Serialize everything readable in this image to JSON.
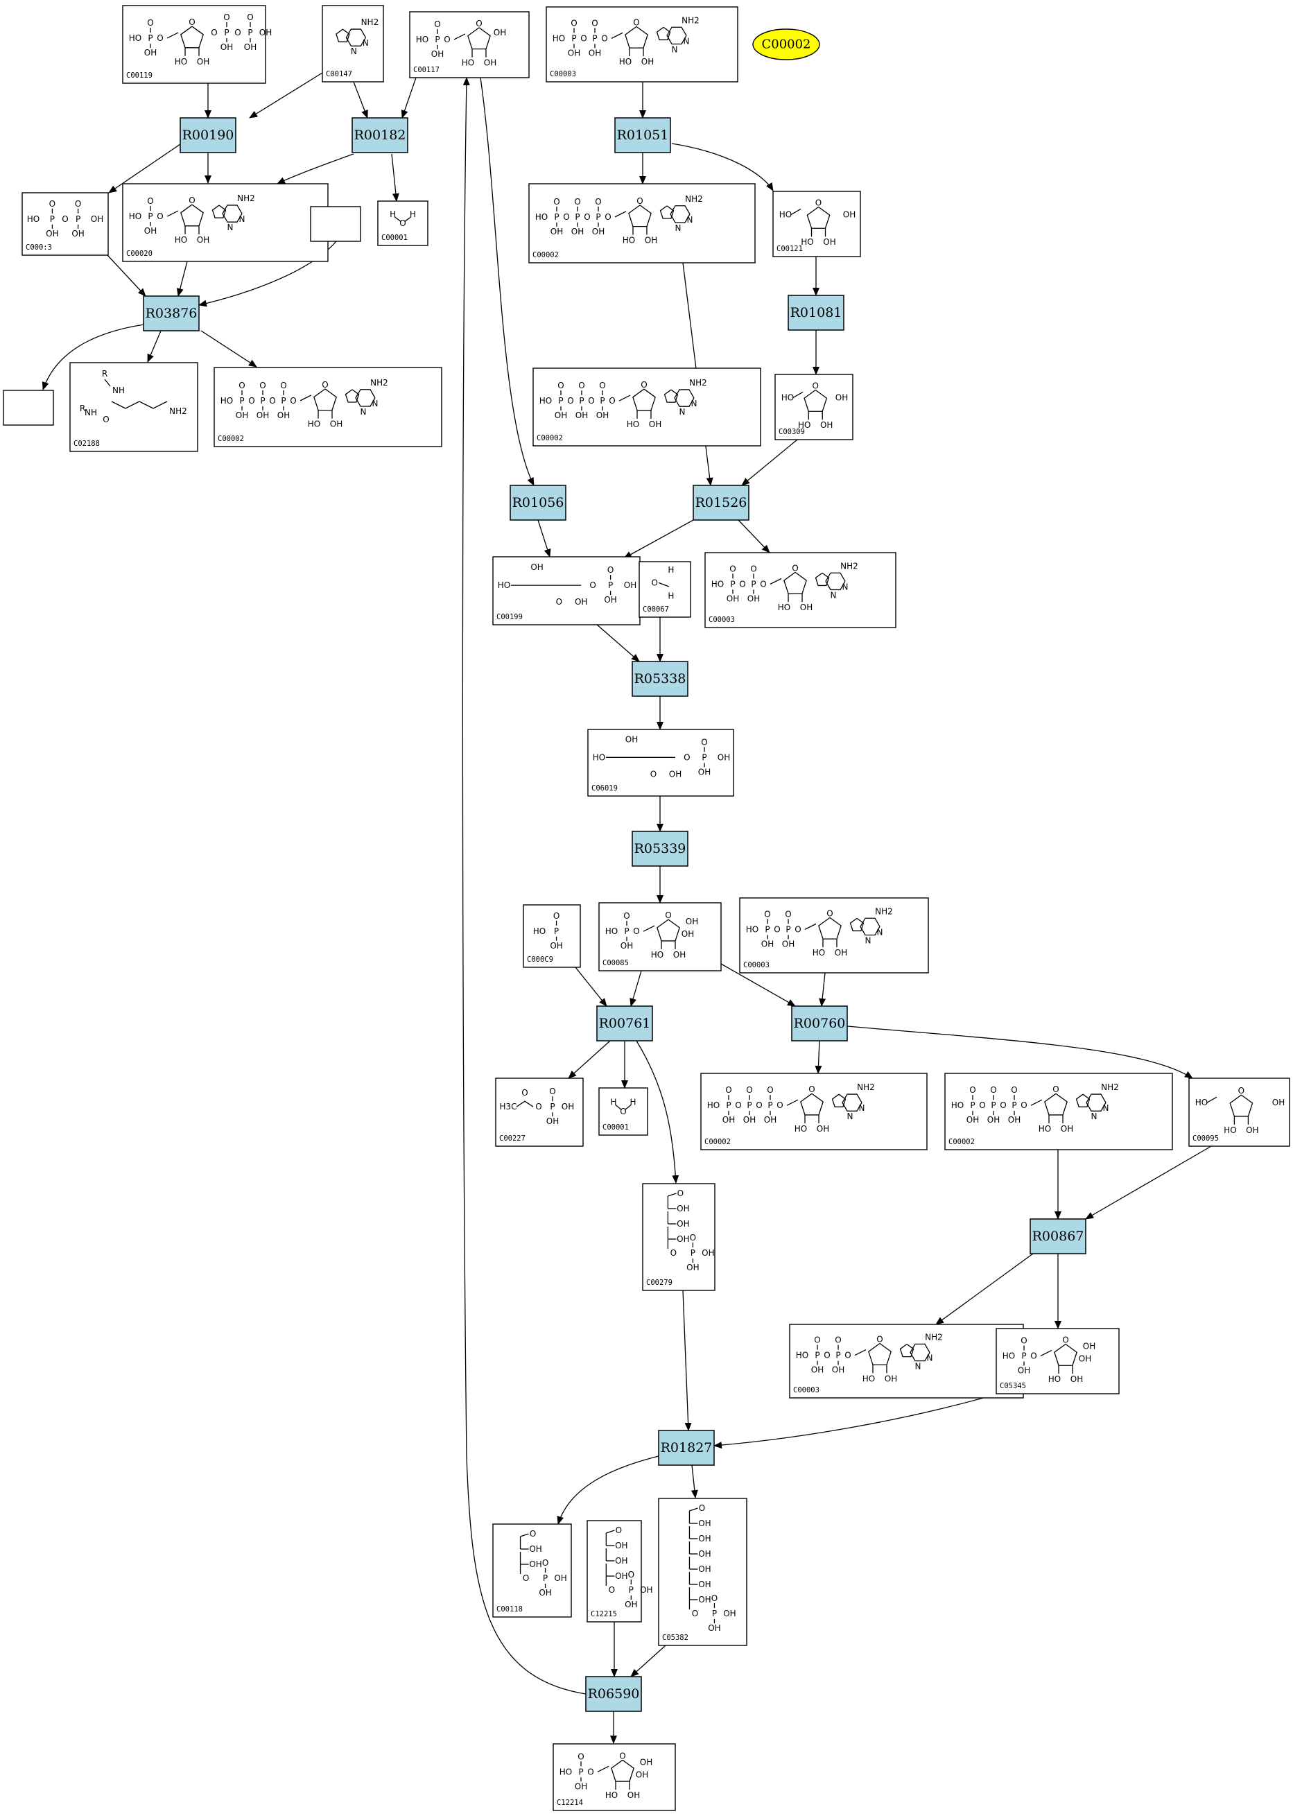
{
  "highlight": {
    "label": "C00002",
    "fill": "#ffff00"
  },
  "reaction_fill": "#add8e6",
  "reactions": [
    {
      "id": "R00190"
    },
    {
      "id": "R00182"
    },
    {
      "id": "R01051"
    },
    {
      "id": "R03876"
    },
    {
      "id": "R01081"
    },
    {
      "id": "R01056"
    },
    {
      "id": "R01526"
    },
    {
      "id": "R05338"
    },
    {
      "id": "R05339"
    },
    {
      "id": "R00761"
    },
    {
      "id": "R00760"
    },
    {
      "id": "R00867"
    },
    {
      "id": "R01827"
    },
    {
      "id": "R06590"
    }
  ],
  "compounds": [
    {
      "id": "C00119",
      "kind": "ribose-triphosphate"
    },
    {
      "id": "C00147",
      "kind": "adenine"
    },
    {
      "id": "C00117",
      "kind": "ribose-phosphate"
    },
    {
      "id": "C00003",
      "kind": "nucleotide-diphosphate"
    },
    {
      "id": "C00013",
      "label": "C000:3",
      "kind": "diphosphate"
    },
    {
      "id": "C00020",
      "kind": "nucleotide-monophosphate"
    },
    {
      "id": "blank-1",
      "label": "",
      "kind": "empty"
    },
    {
      "id": "C00001",
      "kind": "water"
    },
    {
      "id": "C00002",
      "kind": "nucleotide-triphosphate"
    },
    {
      "id": "C00121",
      "kind": "ribose"
    },
    {
      "id": "blank-2",
      "label": "",
      "kind": "empty"
    },
    {
      "id": "C02188",
      "kind": "lysine-residue"
    },
    {
      "id": "C00002",
      "kind": "nucleotide-triphosphate"
    },
    {
      "id": "C00002",
      "kind": "nucleotide-triphosphate"
    },
    {
      "id": "C00309",
      "kind": "ribulose"
    },
    {
      "id": "C00199",
      "kind": "chain-phosphate"
    },
    {
      "id": "C00067",
      "kind": "formaldehyde"
    },
    {
      "id": "C00003",
      "kind": "nucleotide-diphosphate"
    },
    {
      "id": "C06019",
      "kind": "chain-phosphate"
    },
    {
      "id": "C00009",
      "label": "C000C9",
      "kind": "phosphate"
    },
    {
      "id": "C00085",
      "kind": "sugar-phosphate"
    },
    {
      "id": "C00003",
      "kind": "nucleotide-diphosphate"
    },
    {
      "id": "C00227",
      "kind": "acetyl-phosphate"
    },
    {
      "id": "C00001",
      "kind": "water"
    },
    {
      "id": "C00002",
      "kind": "nucleotide-triphosphate"
    },
    {
      "id": "C00002",
      "kind": "nucleotide-triphosphate"
    },
    {
      "id": "C00095",
      "kind": "ribose"
    },
    {
      "id": "C00279",
      "kind": "vertical-chain"
    },
    {
      "id": "C00003",
      "kind": "nucleotide-diphosphate"
    },
    {
      "id": "C05345",
      "kind": "sugar-phosphate"
    },
    {
      "id": "C00118",
      "kind": "vertical-chain"
    },
    {
      "id": "C12215",
      "kind": "vertical-chain"
    },
    {
      "id": "C05382",
      "kind": "vertical-chain"
    },
    {
      "id": "C12214",
      "kind": "sugar-phosphate"
    }
  ],
  "atom_labels": {
    "oh": "OH",
    "ho": "HO",
    "p": "P",
    "o": "O",
    "nh2": "NH2",
    "n": "N",
    "h": "H",
    "nh": "NH",
    "r": "R",
    "h3c": "H3C"
  }
}
